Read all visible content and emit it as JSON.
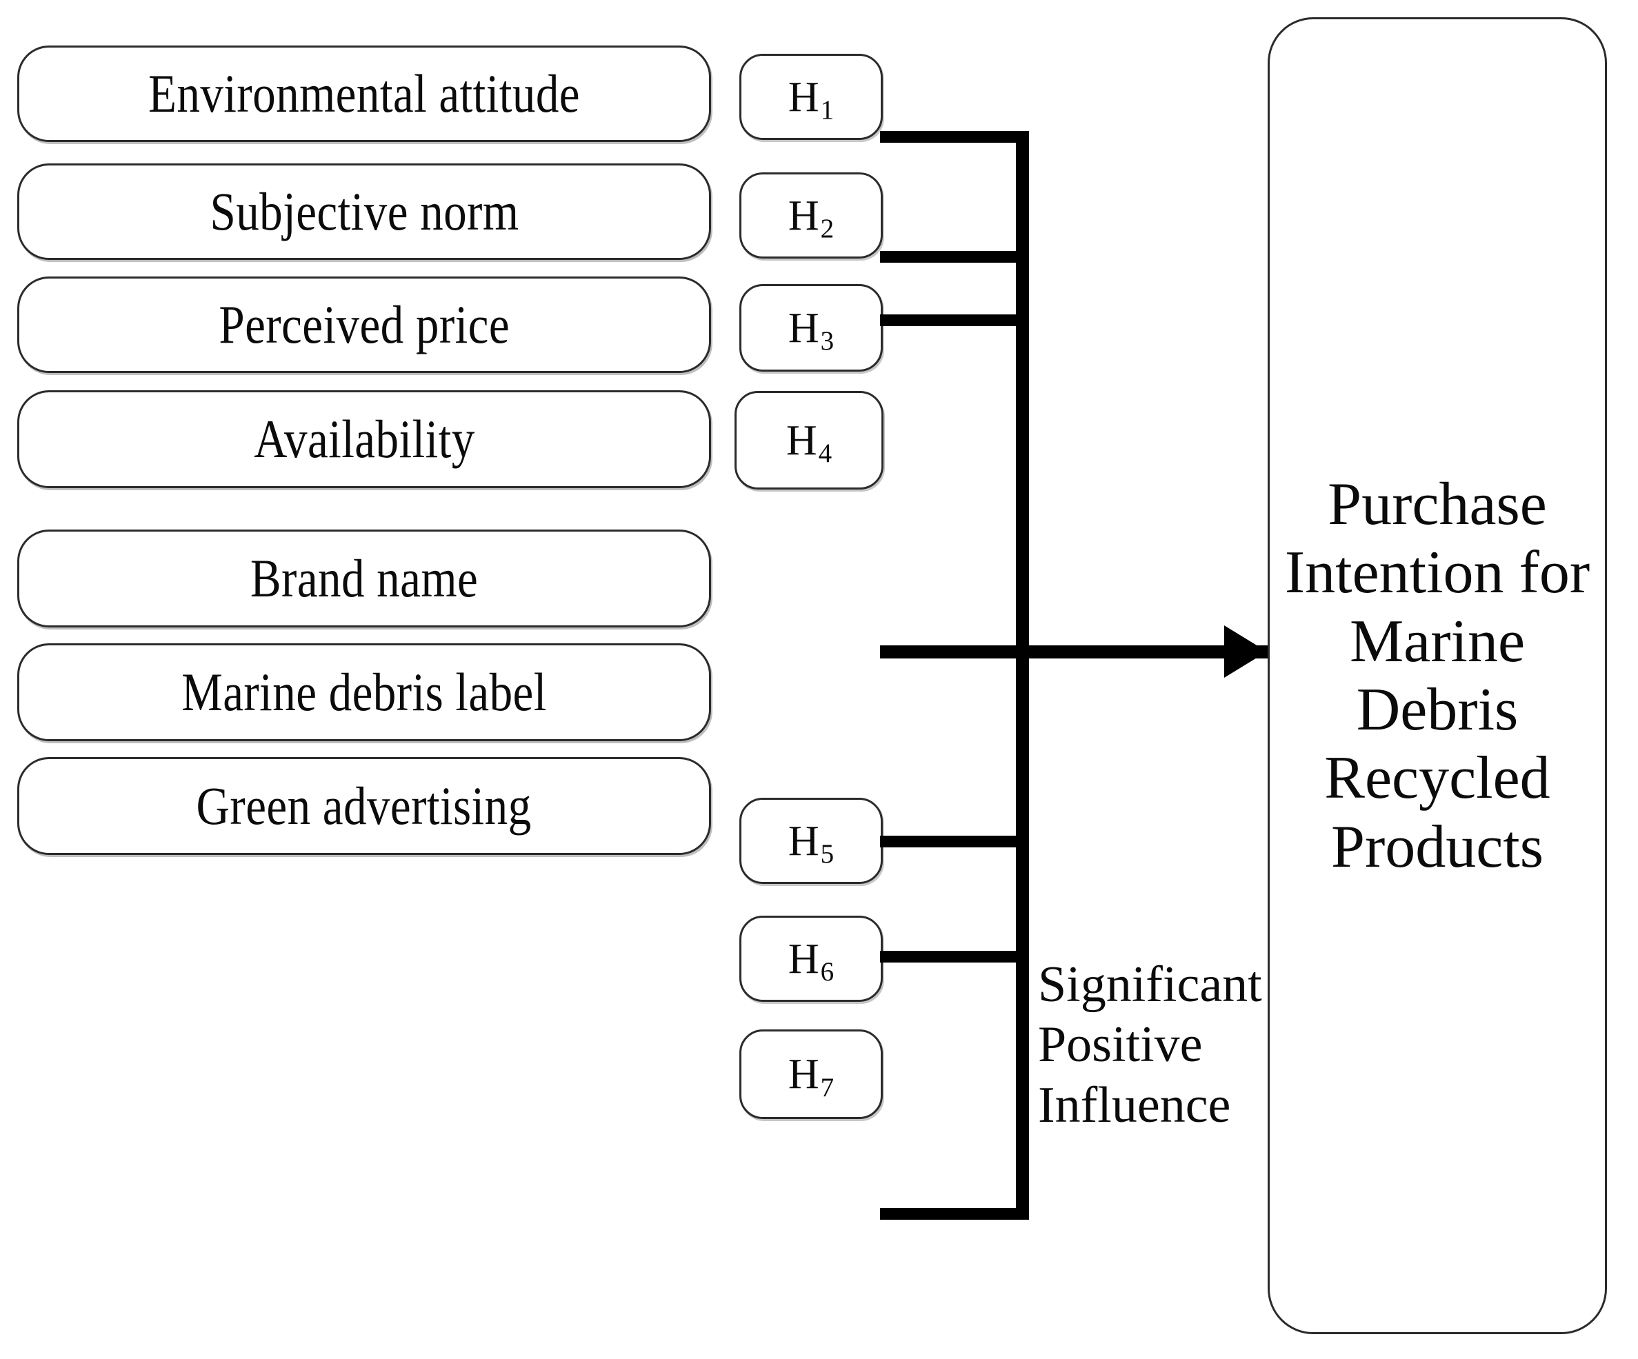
{
  "diagram": {
    "type": "conceptual-research-model",
    "factors": [
      {
        "id": "H1",
        "label": "Environmental attitude"
      },
      {
        "id": "H2",
        "label": "Subjective norm"
      },
      {
        "id": "H3",
        "label": "Perceived price"
      },
      {
        "id": "H4",
        "label": "Availability"
      },
      {
        "id": "H5",
        "label": "Brand name"
      },
      {
        "id": "H6",
        "label": "Marine debris label"
      },
      {
        "id": "H7",
        "label": "Green advertising"
      }
    ],
    "hypotheses": [
      {
        "prefix": "H",
        "subscript": "1"
      },
      {
        "prefix": "H",
        "subscript": "2"
      },
      {
        "prefix": "H",
        "subscript": "3"
      },
      {
        "prefix": "H",
        "subscript": "4"
      },
      {
        "prefix": "H",
        "subscript": "5"
      },
      {
        "prefix": "H",
        "subscript": "6"
      },
      {
        "prefix": "H",
        "subscript": "7"
      }
    ],
    "relation_caption": "Significant\nPositive\nInfluence",
    "outcome": {
      "label": "Purchase Intention for Marine Debris Recycled Products"
    },
    "colors": {
      "line": "#000000",
      "box_border": "#2b2b2b",
      "text": "#0b0b0b",
      "background": "#ffffff"
    }
  }
}
